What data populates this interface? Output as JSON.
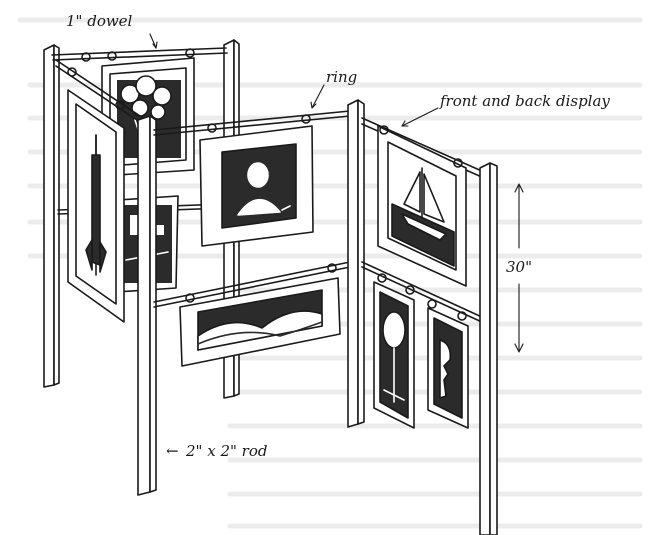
{
  "labels": {
    "dowel": "1\" dowel",
    "ring": "ring",
    "display": "front and back display",
    "height": "30\"",
    "rod": "2\" x 2\" rod",
    "rod_arrow": "←"
  },
  "pictures": [
    {
      "name": "flowers-picture",
      "subject": "flowers"
    },
    {
      "name": "rocket-picture",
      "subject": "rocket"
    },
    {
      "name": "interior-picture",
      "subject": "interior"
    },
    {
      "name": "portrait-picture",
      "subject": "person"
    },
    {
      "name": "sailboat-picture",
      "subject": "sailboat"
    },
    {
      "name": "landscape-picture",
      "subject": "hills"
    },
    {
      "name": "tree-picture",
      "subject": "tree"
    },
    {
      "name": "profile-picture",
      "subject": "face"
    }
  ],
  "colors": {
    "ink": "#1a1a1a",
    "paper": "#ffffff",
    "shade": "#2b2b2b",
    "bleed": "#e9e9e9"
  }
}
